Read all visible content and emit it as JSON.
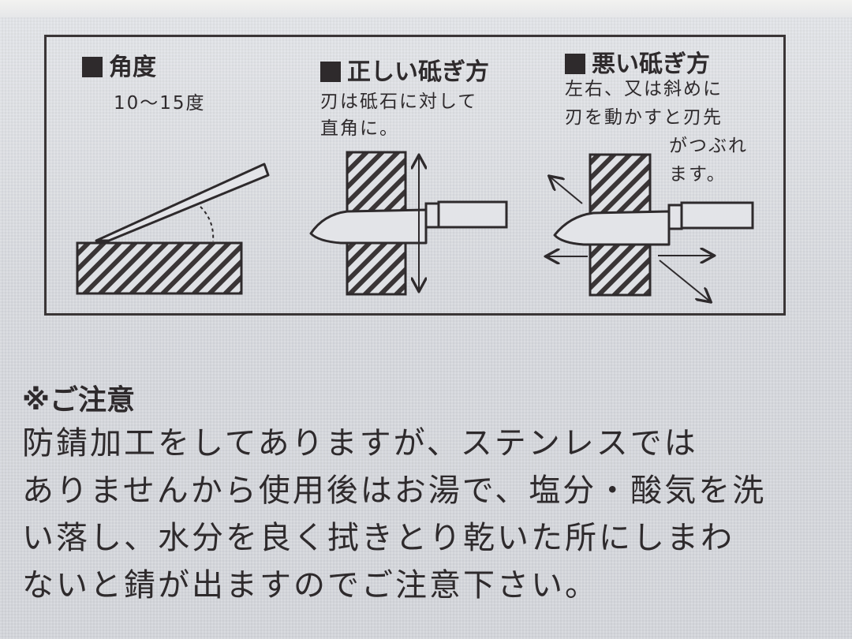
{
  "sections": {
    "angle": {
      "heading": "角度",
      "caption": "10～15度"
    },
    "correct": {
      "heading": "正しい砥ぎ方",
      "caption_lines": [
        "刃は砥石に対して",
        "直角に。"
      ]
    },
    "wrong": {
      "heading": "悪い砥ぎ方",
      "caption_lines": [
        "左右、又は斜めに",
        "刃を動かすと刃先",
        "がつぶれ",
        "ます。"
      ]
    }
  },
  "notice": {
    "title": "※ご注意",
    "lines": [
      "防錆加工をしてありますが、ステンレスでは",
      "ありませんから使用後はお湯で、塩分・酸気を洗",
      "い落し、水分を良く拭きとり乾いた所にしまわ",
      "ないと錆が出ますのでご注意下さい。"
    ]
  },
  "colors": {
    "ink": "#2e2a2c",
    "paper": "#dcdee3"
  }
}
